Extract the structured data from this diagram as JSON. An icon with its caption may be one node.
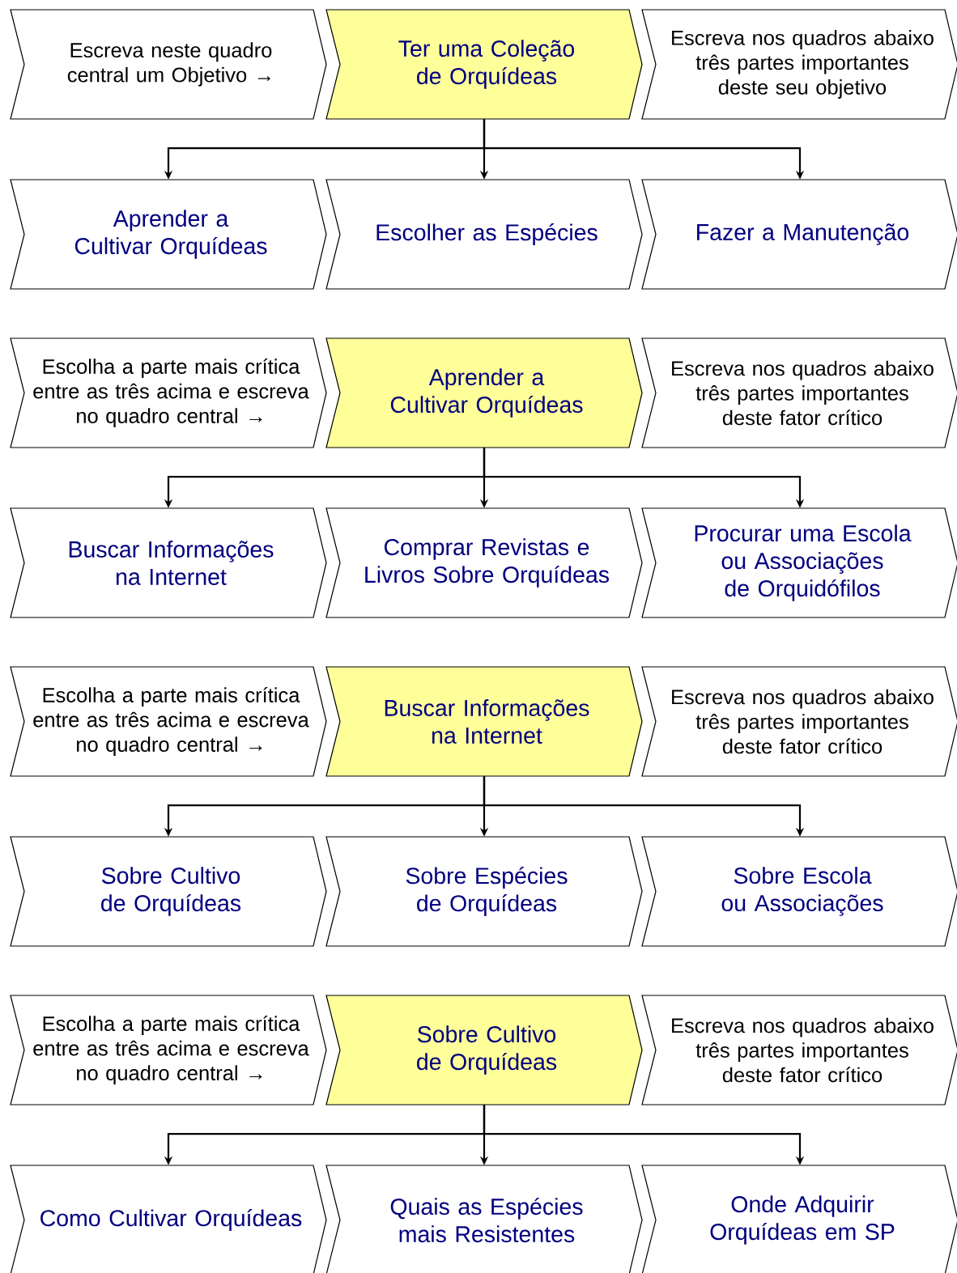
{
  "diagram": {
    "nodes": [
      {
        "text": [
          "Escreva neste quadro central um Objetivo →"
        ]
      },
      {
        "text": [
          "Ter uma Coleção de Orquídeas"
        ]
      },
      {
        "text": [
          "Escreva nos quadros abaixo três partes importantes deste seu objetivo"
        ]
      },
      {
        "text": [
          "Aprender a Cultivar Orquídeas"
        ]
      },
      {
        "text": [
          "Escolher as Espécies"
        ]
      },
      {
        "text": [
          "Fazer a Manutenção"
        ]
      },
      {
        "text": [
          "Escolha a parte mais crítica entre as três acima e escreva no quadro central →"
        ]
      },
      {
        "text": [
          "Aprender a Cultivar Orquídeas"
        ]
      },
      {
        "text": [
          "Escreva nos quadros abaixo três partes importantes deste fator crítico"
        ]
      },
      {
        "text": [
          "Buscar Informações na Internet"
        ]
      },
      {
        "text": [
          "Comprar Revistas e Livros Sobre Orquídeas"
        ]
      },
      {
        "text": [
          "Procurar uma Escola ou Associações de Orquidófilos"
        ]
      },
      {
        "text": [
          "Escolha a parte mais crítica entre as três acima e escreva no quadro central →"
        ]
      },
      {
        "text": [
          "Buscar Informações na Internet"
        ]
      },
      {
        "text": [
          "Escreva nos quadros abaixo três partes importantes deste fator crítico"
        ]
      },
      {
        "text": [
          "Sobre Cultivo de Orquídeas"
        ]
      },
      {
        "text": [
          "Sobre Espécies de Orquídeas"
        ]
      },
      {
        "text": [
          "Sobre Escola ou Associações"
        ]
      },
      {
        "text": [
          "Escolha a parte mais crítica entre as três acima e escreva no quadro central →"
        ]
      },
      {
        "text": [
          "Sobre Cultivo de Orquídeas"
        ]
      },
      {
        "text": [
          "Escreva nos quadros abaixo três partes importantes deste fator crítico"
        ]
      },
      {
        "text": [
          "Como Cultivar Orquídeas"
        ]
      },
      {
        "text": [
          "Quais as Espécies mais Resistentes"
        ]
      },
      {
        "text": [
          "Onde Adquirir Orquídeas em SP"
        ]
      }
    ],
    "edges": [
      {
        "from": 1,
        "to": 3,
        "arrow": "to"
      },
      {
        "from": 1,
        "to": 4,
        "arrow": "to"
      },
      {
        "from": 1,
        "to": 5,
        "arrow": "to"
      },
      {
        "from": 7,
        "to": 9,
        "arrow": "to"
      },
      {
        "from": 7,
        "to": 10,
        "arrow": "to"
      },
      {
        "from": 7,
        "to": 11,
        "arrow": "to"
      },
      {
        "from": 13,
        "to": 15,
        "arrow": "to"
      },
      {
        "from": 13,
        "to": 16,
        "arrow": "to"
      },
      {
        "from": 13,
        "to": 17,
        "arrow": "to"
      },
      {
        "from": 19,
        "to": 21,
        "arrow": "to"
      },
      {
        "from": 19,
        "to": 22,
        "arrow": "to"
      },
      {
        "from": 19,
        "to": 23,
        "arrow": "to"
      }
    ]
  }
}
